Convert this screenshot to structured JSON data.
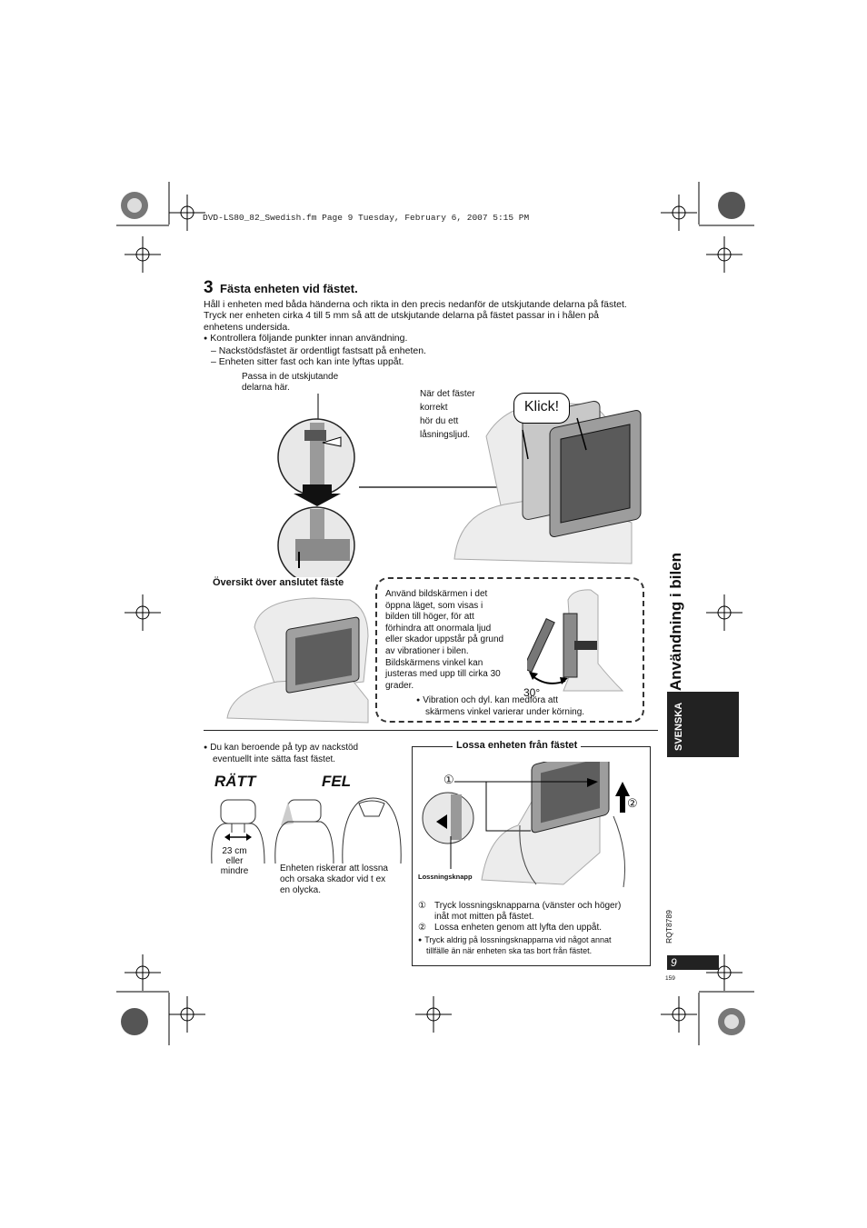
{
  "header": {
    "file_line": "DVD-LS80_82_Swedish.fm  Page 9  Tuesday, February 6, 2007  5:15 PM"
  },
  "step": {
    "number": "3",
    "title": "Fästa enheten vid fästet.",
    "paragraph_lines": [
      "Håll i enheten med båda händerna och rikta in den precis nedanför de utskjutande delarna på fästet.",
      "Tryck ner enheten cirka 4 till 5 mm så att de utskjutande delarna på fästet passar in i hålen på",
      "enhetens undersida."
    ],
    "bullet": "Kontrollera följande punkter innan användning.",
    "dash_items": [
      "– Nackstödsfästet är ordentligt fastsatt på enheten.",
      "– Enheten sitter fast och kan inte lyftas uppåt."
    ]
  },
  "figure_top": {
    "callout_left": [
      "Passa in de utskjutande",
      "delarna här."
    ],
    "callout_right": [
      "När det fäster",
      "korrekt",
      "hör du ett",
      "låsningsljud."
    ],
    "click_label": "Klick!"
  },
  "overview": {
    "title": "Översikt över anslutet fäste",
    "note_lines": [
      "Använd bildskärmen i det",
      "öppna läget, som visas i",
      "bilden till höger, för att",
      "förhindra att onormala ljud",
      "eller skador uppstår på grund",
      "av vibrationer i bilen.",
      "Bildskärmens vinkel kan",
      "justeras med upp till cirka 30",
      "grader."
    ],
    "angle_label": "30°",
    "bullet_lines": [
      "Vibration och dyl. kan medföra att",
      "skärmens vinkel varierar under körning."
    ]
  },
  "headrest": {
    "bullet_lines": [
      "Du kan beroende på typ av nackstöd",
      "eventuellt inte sätta fast fästet."
    ],
    "right_label": "RÄTT",
    "wrong_label": "FEL",
    "measure_lines": [
      "23 cm",
      "eller",
      "mindre"
    ],
    "risk_lines": [
      "Enheten riskerar att lossna",
      "och orsaka skador vid t ex",
      "en olycka."
    ]
  },
  "remove": {
    "title": "Lossa enheten från fästet",
    "button_label": "Lossningsknapp",
    "marker1": "①",
    "marker2": "②",
    "steps": [
      {
        "num": "①",
        "lines": [
          "Tryck lossningsknapparna (vänster och höger)",
          "inåt mot mitten på fästet."
        ]
      },
      {
        "num": "②",
        "lines": [
          "Lossa enheten genom att lyfta den uppåt."
        ]
      }
    ],
    "note_lines": [
      "Tryck aldrig på lossningsknapparna vid något annat",
      "tillfälle än när enheten ska tas bort från fästet."
    ]
  },
  "side": {
    "section_title": "Användning i bilen",
    "language_tab": "SVENSKA",
    "model_code": "RQT8789",
    "page_number": "9",
    "sub_page": "159"
  }
}
